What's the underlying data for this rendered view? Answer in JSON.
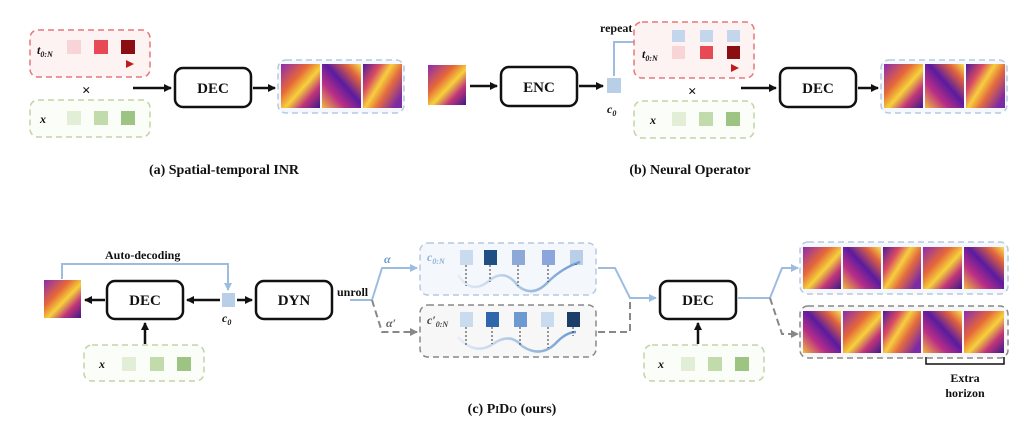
{
  "panel_a": {
    "caption": "(a) Spatial-temporal INR",
    "t_label": "t",
    "t_sub": "0:N",
    "x_label": "x",
    "times": "×",
    "dec": "DEC"
  },
  "panel_b": {
    "caption": "(b) Neural Operator",
    "enc": "ENC",
    "dec": "DEC",
    "c_label": "c",
    "c_sub": "0",
    "repeat": "repeat",
    "t_label": "t",
    "t_sub": "0:N",
    "x_label": "x",
    "times": "×"
  },
  "panel_c": {
    "caption_pre": "(c) P",
    "caption_mid1": "I",
    "caption_mid2": "D",
    "caption_mid3": "O",
    "caption_post": " (ours)",
    "auto_decoding": "Auto-decoding",
    "dec_left": "DEC",
    "dec_right": "DEC",
    "dyn": "DYN",
    "unroll": "unroll",
    "alpha": "α",
    "alpha_prime": "α′",
    "c0_label": "c",
    "c0_sub": "0",
    "c_top_label": "c",
    "c_top_sub": "0:N",
    "c_bot_label": "c′",
    "c_bot_sub": "0:N",
    "x_label": "x",
    "extra": "Extra",
    "horizon": "horizon"
  },
  "colors": {
    "pink_border": "#e8777a",
    "green_border": "#c3d3a8",
    "blue_border": "#b5c9e2",
    "gray_border": "#888888",
    "latent_light": "#b9cfe8",
    "latent_dark": "#1f4f82"
  }
}
